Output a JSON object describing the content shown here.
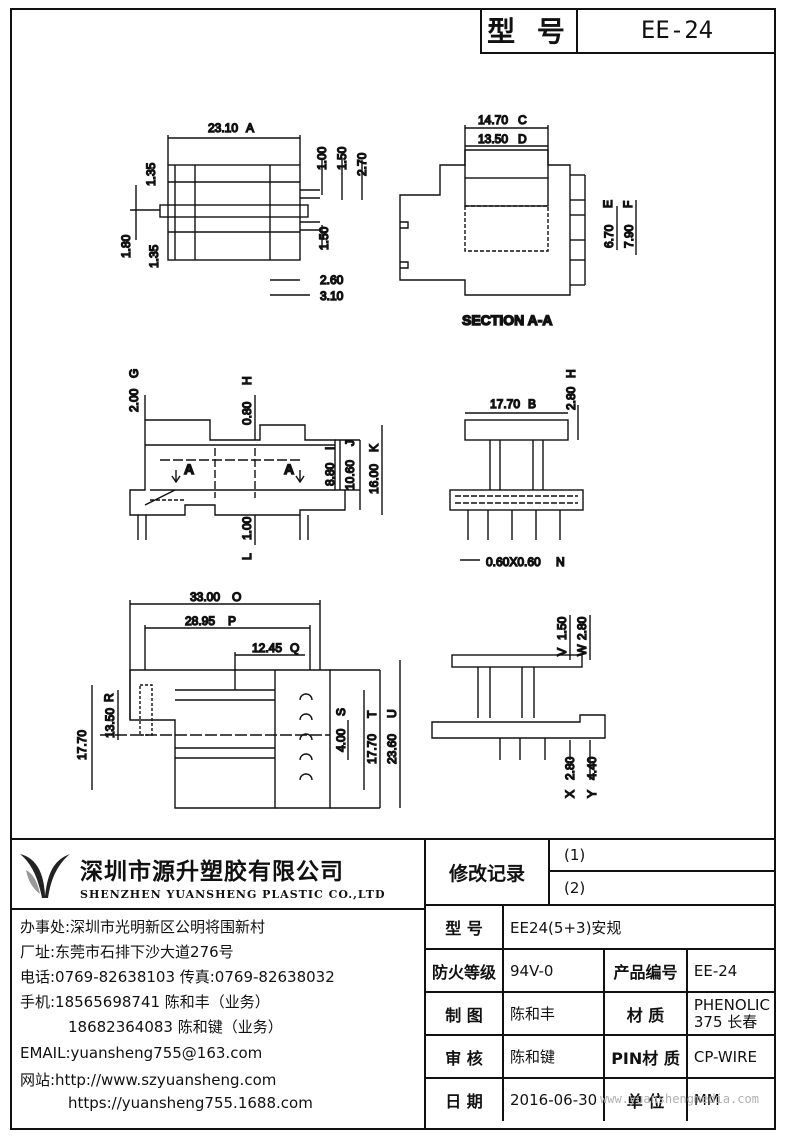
{
  "header": {
    "model_label": "型 号",
    "model_value": "EE-24"
  },
  "dims": {
    "top_left": {
      "w": "23.10",
      "w_mark": "A",
      "d1": "1.35",
      "d2": "1.80",
      "d3": "1.35",
      "d4": "1.00",
      "d5": "1.50",
      "d6": "2.70",
      "d7": "1.50",
      "d8": "2.60",
      "d9": "3.10"
    },
    "top_right": {
      "c": "14.70",
      "c_mark": "C",
      "d": "13.50",
      "d_mark": "D",
      "e": "6.70",
      "e_mark": "E",
      "f": "7.90",
      "f_mark": "F",
      "section": "SECTION A-A"
    },
    "mid_left": {
      "g": "2.00",
      "g_mark": "G",
      "h": "0.80",
      "h_mark": "H",
      "i": "8.80",
      "i_mark": "I",
      "j": "10.60",
      "j_mark": "J",
      "k": "16.00",
      "k_mark": "K",
      "l": "1.00",
      "l_mark": "L",
      "arrow_a": "A"
    },
    "mid_right": {
      "b": "17.70",
      "b_mark": "B",
      "h2": "2.80",
      "h2_mark": "H",
      "n": "0.60X0.60",
      "n_mark": "N"
    },
    "bot_left": {
      "o": "33.00",
      "o_mark": "O",
      "p": "28.95",
      "p_mark": "P",
      "q": "12.45",
      "q_mark": "Q",
      "r": "13.50",
      "r_mark": "R",
      "left": "17.70",
      "s": "4.00",
      "s_mark": "S",
      "t": "17.70",
      "t_mark": "T",
      "u": "23.60",
      "u_mark": "U"
    },
    "bot_right": {
      "v": "1.50",
      "v_mark": "V",
      "w": "2.80",
      "w_mark": "W",
      "x": "2.80",
      "x_mark": "X",
      "y": "4.40",
      "y_mark": "Y"
    }
  },
  "company": {
    "name_cn": "深圳市源升塑胶有限公司",
    "name_en": "SHENZHEN YUANSHENG PLASTIC CO.,LTD",
    "office": "办事处:深圳市光明新区公明将围新村",
    "factory": "厂址:东莞市石排下沙大道276号",
    "phone": "电话:0769-82638103 传真:0769-82638032",
    "mobile1": "手机:18565698741 陈和丰（业务）",
    "mobile2": "18682364083 陈和键（业务）",
    "email": "EMAIL:yuansheng755@163.com",
    "web1": "网站:http://www.szyuansheng.com",
    "web2": "https://yuansheng755.1688.com"
  },
  "revision": {
    "label": "修改记录",
    "r1": "(1)",
    "r2": "(2)"
  },
  "spec": {
    "model_k": "型 号",
    "model_v": "EE24(5+3)安规",
    "fire_k": "防火等级",
    "fire_v": "94V-0",
    "prod_k": "产品编号",
    "prod_v": "EE-24",
    "draw_k": "制 图",
    "draw_v": "陈和丰",
    "mat_k": "材 质",
    "mat_v1": "PHENOLIC",
    "mat_v2": "375 长春",
    "rev_k": "审 核",
    "rev_v": "陈和键",
    "pin_k": "PIN材 质",
    "pin_v": "CP-WIRE",
    "date_k": "日 期",
    "date_v": "2016-06-30",
    "unit_k": "单 位",
    "unit_v": "MM"
  },
  "watermark": "www.yuanshengmedia.com"
}
